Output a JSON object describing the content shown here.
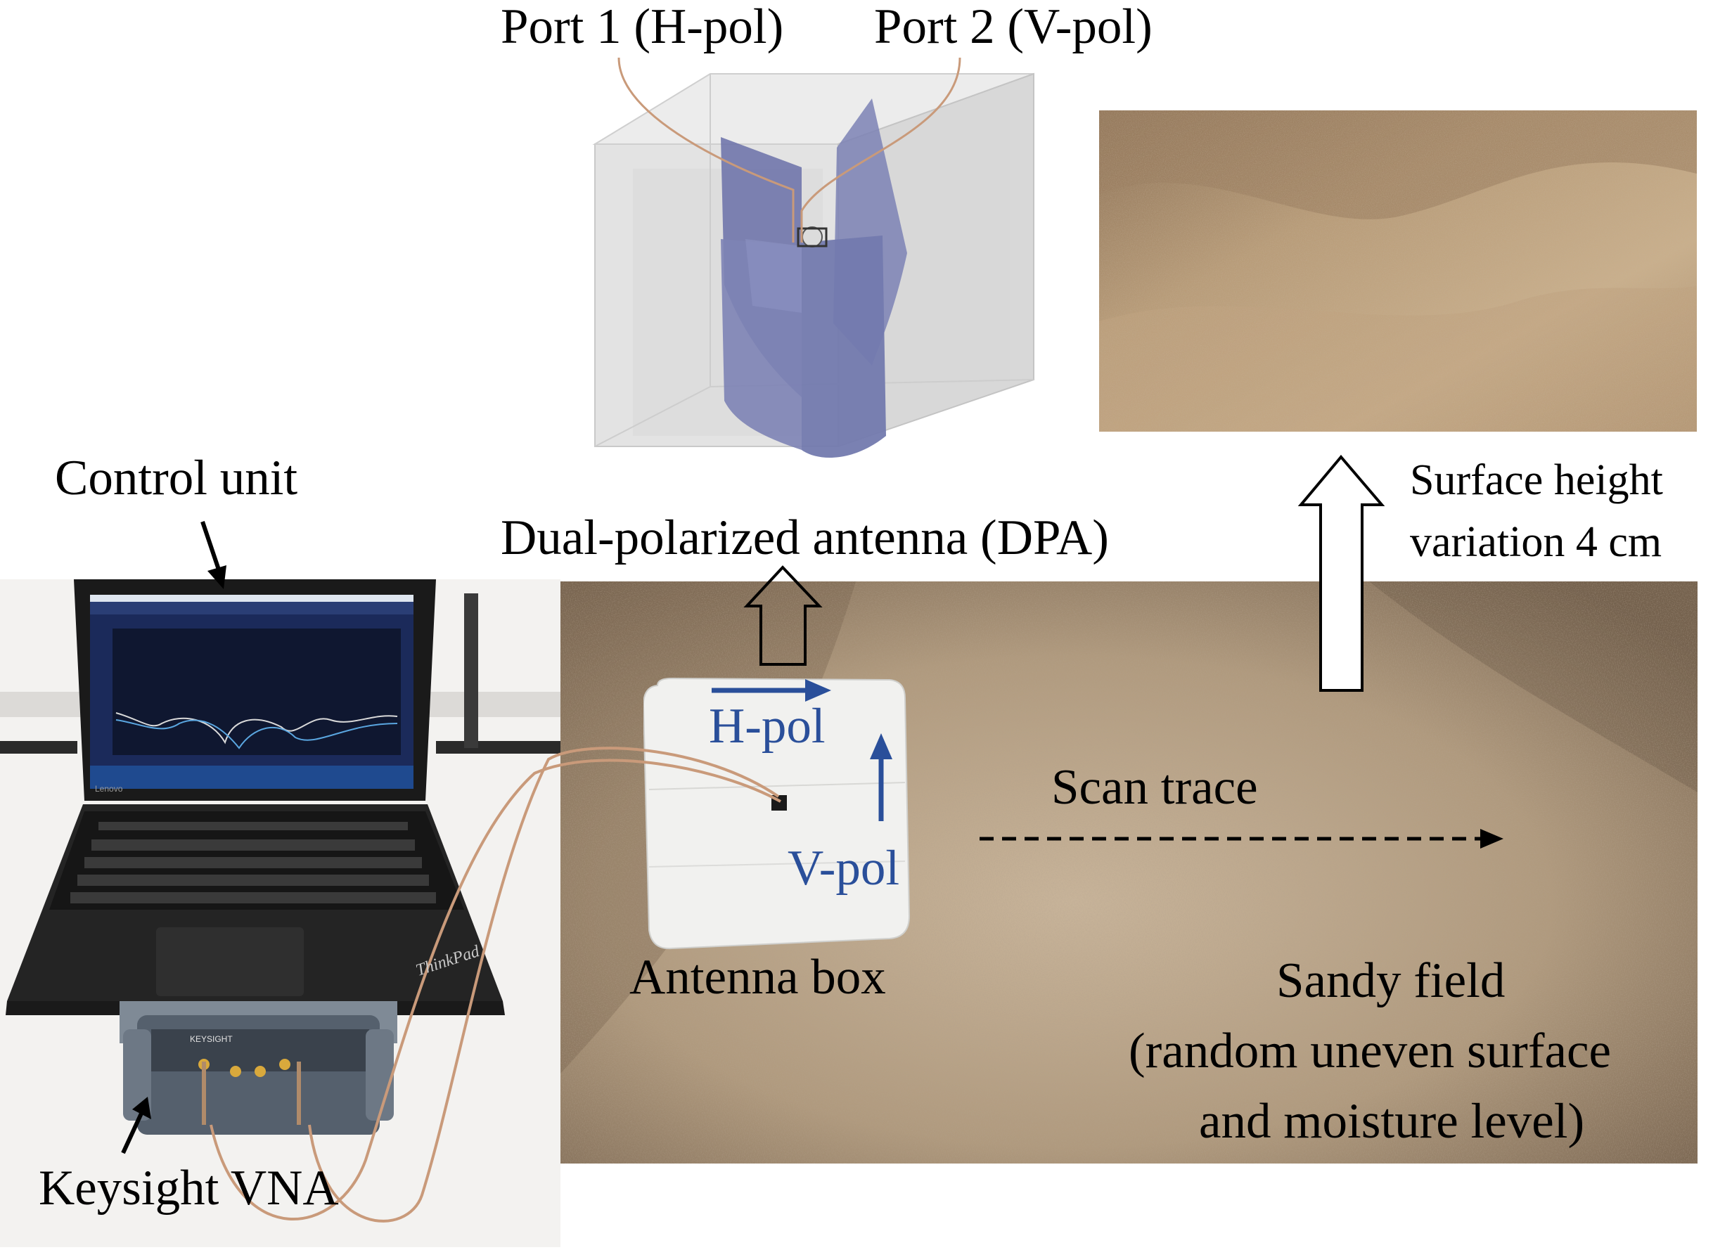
{
  "labels": {
    "port1": "Port 1 (H-pol)",
    "port2": "Port 2 (V-pol)",
    "dpa": "Dual-polarized antenna (DPA)",
    "surface_line1": "Surface height",
    "surface_line2": "variation 4 cm",
    "control_unit": "Control unit",
    "hpol": "H-pol",
    "vpol": "V-pol",
    "scan_trace": "Scan trace",
    "antenna_box": "Antenna box",
    "sandy_line1": "Sandy field",
    "sandy_line2": "(random uneven surface",
    "sandy_line3": "and moisture level)",
    "keysight": "Keysight VNA"
  },
  "device_text": {
    "laptop_brand": "Lenovo",
    "laptop_model": "ThinkPad",
    "vna_brand": "KEYSIGHT"
  },
  "colors": {
    "annotation_blue": "#2a4f9a",
    "cable": "#c99a7a",
    "antenna_fin": "#7d83b5",
    "sand": "#b59e80"
  }
}
